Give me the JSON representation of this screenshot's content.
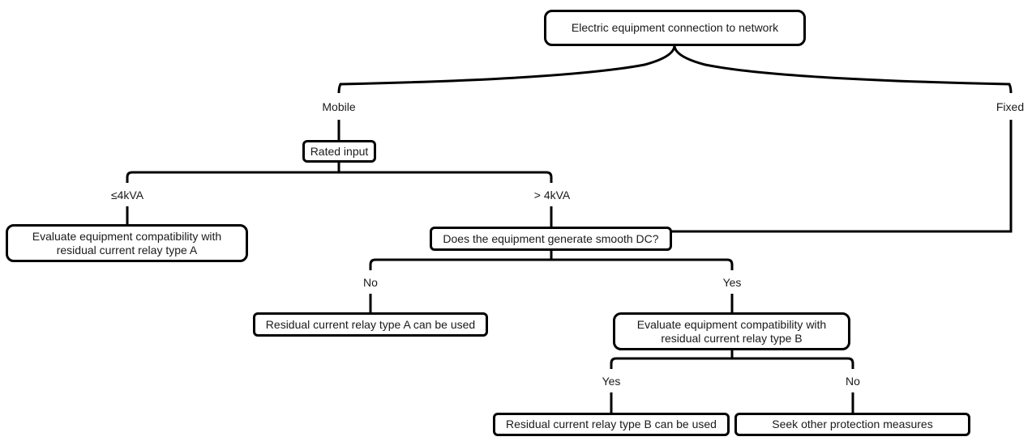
{
  "nodes": {
    "root": "Electric equipment connection to network",
    "rated_input": "Rated input",
    "compat_a": "Evaluate equipment compatibility with residual current relay type A",
    "smooth_dc": "Does the equipment generate smooth DC?",
    "type_a_used": "Residual current relay type A can be used",
    "compat_b": "Evaluate equipment compatibility with residual current relay type B",
    "type_b_used": "Residual current relay type B can be used",
    "other_measures": "Seek other protection measures"
  },
  "labels": {
    "mobile": "Mobile",
    "fixed": "Fixed",
    "le4kva": "≤4kVA",
    "gt4kva": "> 4kVA",
    "no1": "No",
    "yes1": "Yes",
    "yes2": "Yes",
    "no2": "No"
  }
}
